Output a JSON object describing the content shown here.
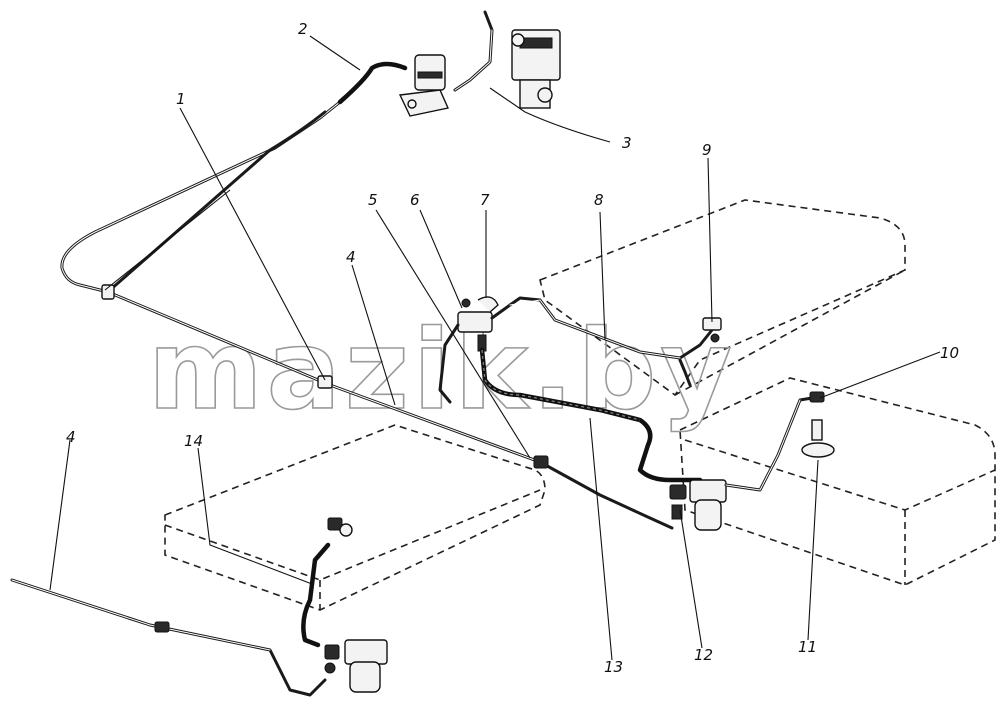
{
  "watermark": "mazik.by",
  "callouts": [
    {
      "id": "1",
      "text": "1"
    },
    {
      "id": "2",
      "text": "2"
    },
    {
      "id": "3",
      "text": "3"
    },
    {
      "id": "4a",
      "text": "4"
    },
    {
      "id": "4b",
      "text": "4"
    },
    {
      "id": "5",
      "text": "5"
    },
    {
      "id": "6",
      "text": "6"
    },
    {
      "id": "7",
      "text": "7"
    },
    {
      "id": "8",
      "text": "8"
    },
    {
      "id": "9",
      "text": "9"
    },
    {
      "id": "10",
      "text": "10"
    },
    {
      "id": "11",
      "text": "11"
    },
    {
      "id": "12",
      "text": "12"
    },
    {
      "id": "13",
      "text": "13"
    },
    {
      "id": "14",
      "text": "14"
    }
  ]
}
